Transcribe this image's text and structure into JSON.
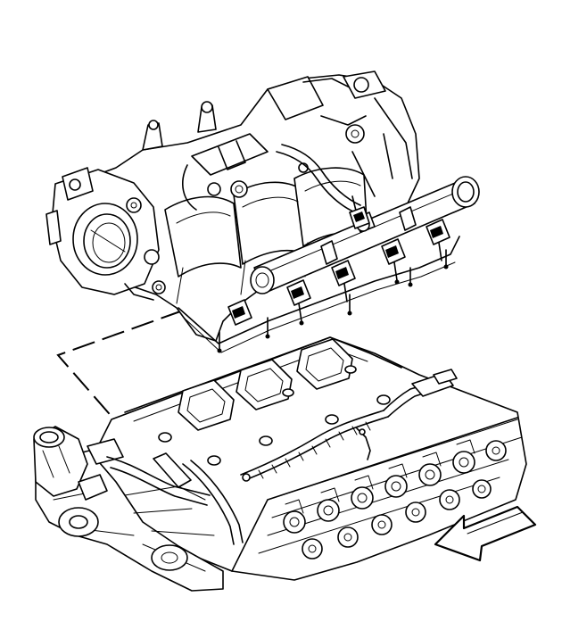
{
  "diagram": {
    "background": "#ffffff",
    "line_color": "#000000",
    "parts": [
      "intake-manifold",
      "throttle-body",
      "fuel-rail",
      "fuel-injectors",
      "intake-manifold-gasket-ports",
      "cylinder-head",
      "engine-block",
      "thermostat-housing",
      "injector-wiring-harness",
      "direction-arrow-icon"
    ]
  }
}
